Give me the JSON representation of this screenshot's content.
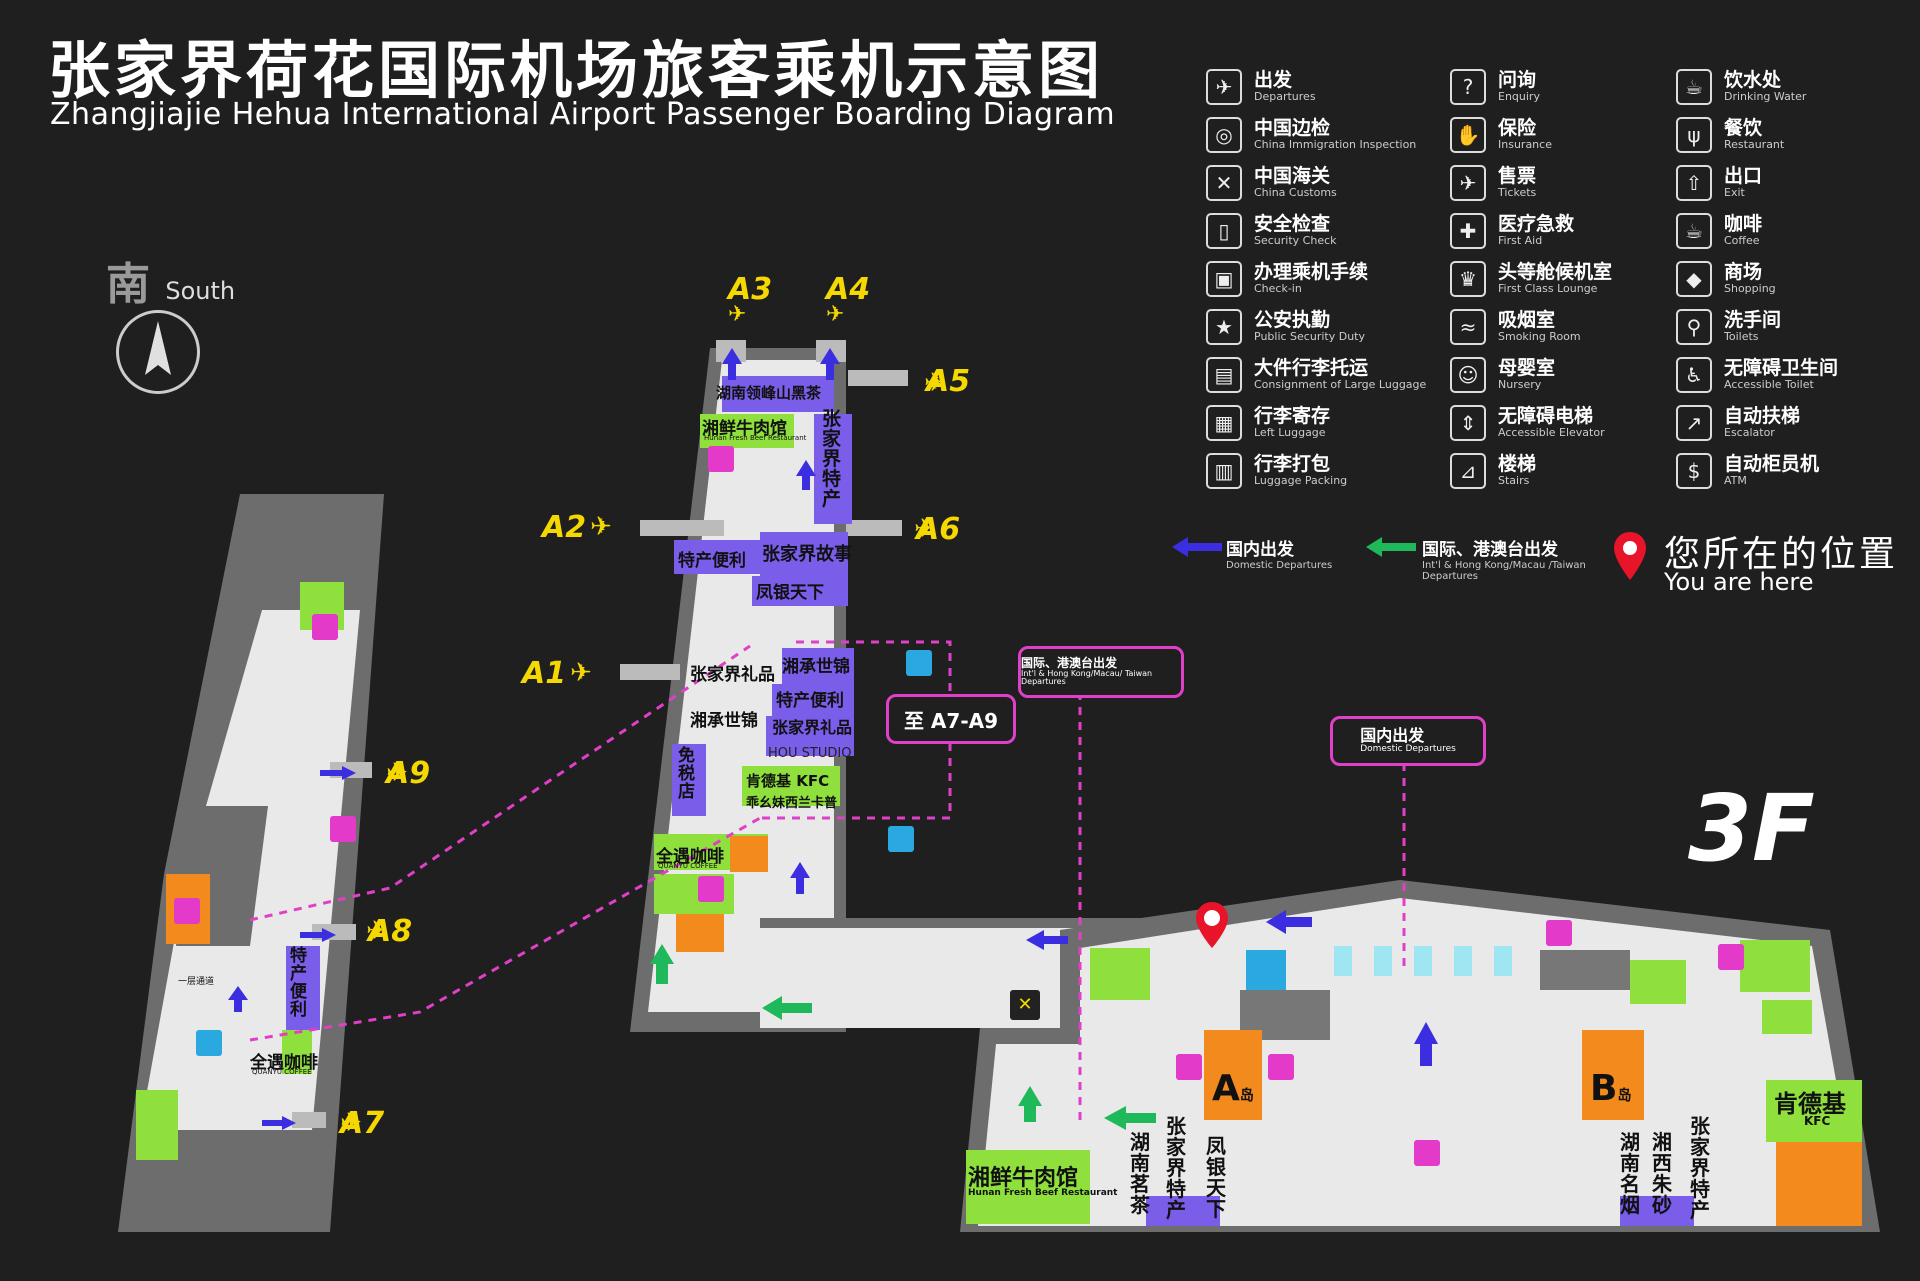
{
  "title": {
    "cn": "张家界荷花国际机场旅客乘机示意图",
    "en": "Zhangjiajie Hehua International Airport Passenger Boarding Diagram"
  },
  "compass": {
    "cn": "南",
    "en": "South",
    "icon": "north-arrow-icon"
  },
  "legend": [
    {
      "cn": "出发",
      "en": "Departures",
      "icon": "departures-icon"
    },
    {
      "cn": "问询",
      "en": "Enquiry",
      "icon": "enquiry-icon"
    },
    {
      "cn": "饮水处",
      "en": "Drinking Water",
      "icon": "drinking-water-icon"
    },
    {
      "cn": "中国边检",
      "en": "China Immigration Inspection",
      "icon": "immigration-icon"
    },
    {
      "cn": "保险",
      "en": "Insurance",
      "icon": "insurance-icon"
    },
    {
      "cn": "餐饮",
      "en": "Restaurant",
      "icon": "restaurant-icon"
    },
    {
      "cn": "中国海关",
      "en": "China Customs",
      "icon": "customs-icon"
    },
    {
      "cn": "售票",
      "en": "Tickets",
      "icon": "tickets-icon"
    },
    {
      "cn": "出口",
      "en": "Exit",
      "icon": "exit-icon"
    },
    {
      "cn": "安全检查",
      "en": "Security Check",
      "icon": "security-check-icon"
    },
    {
      "cn": "医疗急救",
      "en": "First Aid",
      "icon": "first-aid-icon"
    },
    {
      "cn": "咖啡",
      "en": "Coffee",
      "icon": "coffee-icon"
    },
    {
      "cn": "办理乘机手续",
      "en": "Check-in",
      "icon": "check-in-icon"
    },
    {
      "cn": "头等舱候机室",
      "en": "First Class Lounge",
      "icon": "lounge-icon"
    },
    {
      "cn": "商场",
      "en": "Shopping",
      "icon": "shopping-icon"
    },
    {
      "cn": "公安执勤",
      "en": "Public Security Duty",
      "icon": "police-icon"
    },
    {
      "cn": "吸烟室",
      "en": "Smoking Room",
      "icon": "smoking-icon"
    },
    {
      "cn": "洗手间",
      "en": "Toilets",
      "icon": "toilets-icon"
    },
    {
      "cn": "大件行李托运",
      "en": "Consignment of Large Luggage",
      "icon": "large-luggage-icon"
    },
    {
      "cn": "母婴室",
      "en": "Nursery",
      "icon": "nursery-icon"
    },
    {
      "cn": "无障碍卫生间",
      "en": "Accessible  Toilet",
      "icon": "accessible-toilet-icon"
    },
    {
      "cn": "行李寄存",
      "en": "Left Luggage",
      "icon": "left-luggage-icon"
    },
    {
      "cn": "无障碍电梯",
      "en": "Accessible Elevator",
      "icon": "elevator-icon"
    },
    {
      "cn": "自动扶梯",
      "en": "Escalator",
      "icon": "escalator-icon"
    },
    {
      "cn": "行李打包",
      "en": "Luggage  Packing",
      "icon": "luggage-packing-icon"
    },
    {
      "cn": "楼梯",
      "en": "Stairs",
      "icon": "stairs-icon"
    },
    {
      "cn": "自动柜员机",
      "en": "ATM",
      "icon": "atm-icon"
    }
  ],
  "direction_legend": {
    "domestic": {
      "cn": "国内出发",
      "en": "Domestic Departures",
      "color": "#3a2ee0"
    },
    "international": {
      "cn": "国际、港澳台出发",
      "en": "Int'l & Hong Kong/Macau /Taiwan Departures",
      "color": "#1fb85a"
    }
  },
  "you_are_here": {
    "cn": "您所在的位置",
    "en": "You are here",
    "color": "#e8142a"
  },
  "floor": "3F",
  "gates": [
    "A1",
    "A2",
    "A3",
    "A4",
    "A5",
    "A6",
    "A7",
    "A8",
    "A9"
  ],
  "callouts": {
    "intl": {
      "cn": "国际、港澳台出发",
      "en": "Int'l & Hong Kong/Macau/ Taiwan Departures"
    },
    "domestic": {
      "cn": "国内出发",
      "en": "Domestic Departures"
    },
    "to_a7_a9": "至 A7-A9"
  },
  "stores": {
    "hunan_tea": "湖南领峰山黑茶",
    "beef_north": "湘鲜牛肉馆",
    "beef_north_en": "Hunan Fresh Beef Restaurant",
    "zjj_specialty": "张家界特产",
    "specialty_conv": "特产便利",
    "zjj_story": "张家界故事",
    "fengyin": "凤银天下",
    "zjj_gift": "张家界礼品",
    "xiangcheng_1": "湘承世锦",
    "specialty_conv2": "特产便利",
    "xiangcheng_2": "湘承世锦",
    "zjj_gift2": "张家界礼品",
    "hou_studio": "HOU STUDIO",
    "duty_free": "免税店",
    "kfc_north": "肯德基 KFC",
    "tujia": "乖幺妹西兰卡普",
    "quanyu_north": "全遇咖啡",
    "quanyu_north_en": "QUANYU COFFEE",
    "quanyu_west": "全遇咖啡",
    "quanyu_west_en": "QUANYU COFFEE",
    "specialty_west": "特产便利",
    "floor1_label": "一层通道",
    "beef_south": "湘鲜牛肉馆",
    "beef_south_en": "Hunan Fresh Beef Restaurant",
    "island_a": "A",
    "island_a_sub": "岛",
    "island_b": "B",
    "island_b_sub": "岛",
    "hunan_tea_a": "湖南茗茶",
    "zjj_spec_a": "张家界特产",
    "fengyin_a": "凤银天下",
    "hunan_tea_b": "湖南名烟",
    "xiangxi_b": "湘西朱砂",
    "zjj_spec_b": "张家界特产",
    "kfc_east": "肯德基",
    "kfc_east_en": "KFC"
  },
  "colors": {
    "background": "#1f1f1f",
    "floor": "#e9e9e9",
    "wall": "#6d6d6d",
    "shop_purple": "#7a5de8",
    "shop_green": "#8fe03c",
    "service_magenta": "#e33ac9",
    "cafe_orange": "#f28a1e",
    "info_blue": "#2aa8e0",
    "gate_yellow": "#f5d800",
    "path_magenta": "#e040c8"
  }
}
